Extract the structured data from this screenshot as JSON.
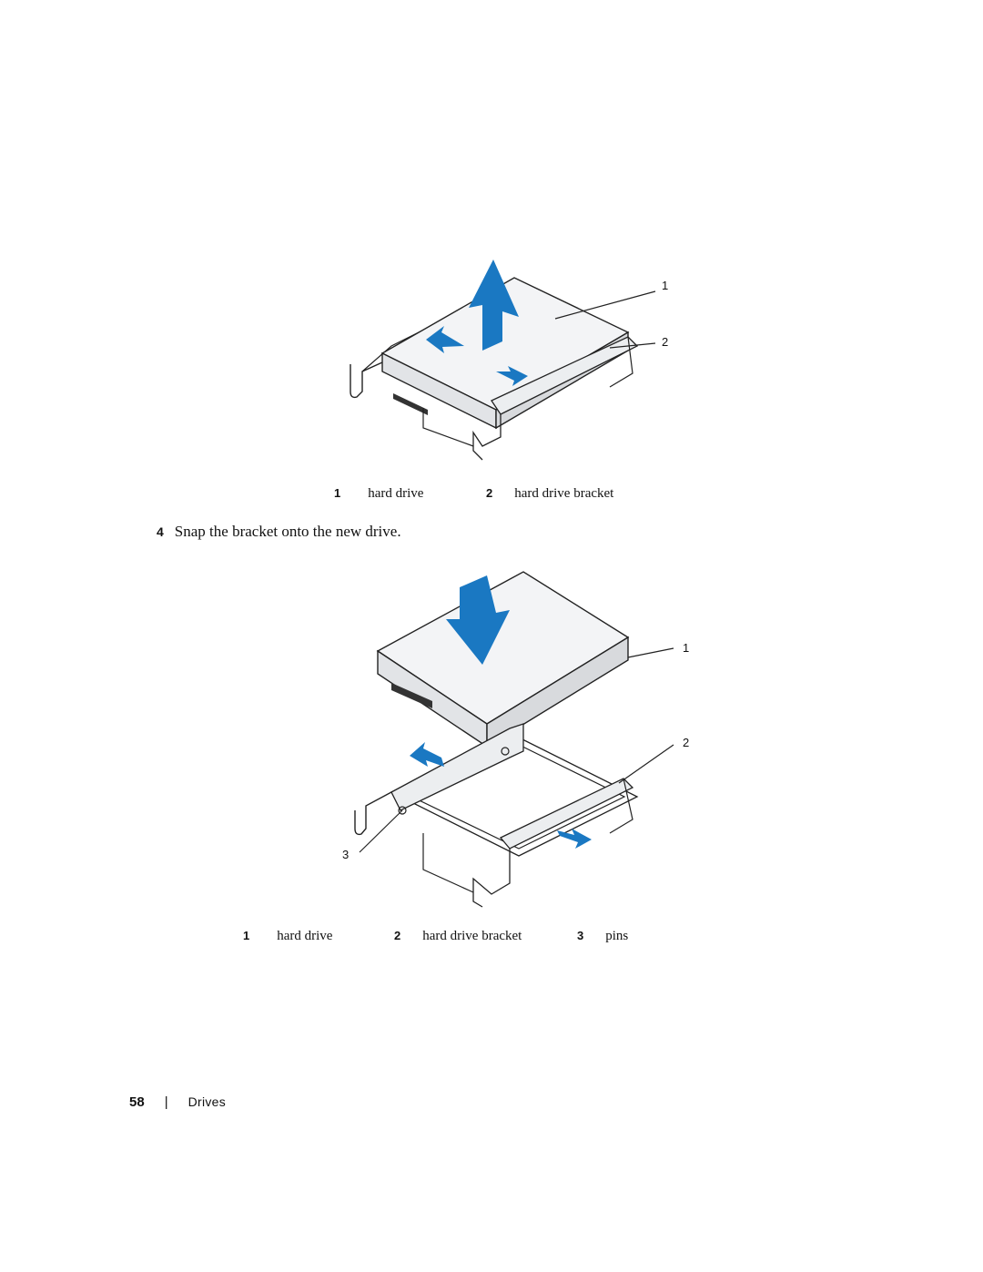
{
  "figure1": {
    "callouts": [
      "1",
      "2"
    ],
    "legend": [
      {
        "num": "1",
        "label": "hard drive"
      },
      {
        "num": "2",
        "label": "hard drive bracket"
      }
    ]
  },
  "step": {
    "num": "4",
    "text": "Snap the bracket onto the new drive."
  },
  "figure2": {
    "callouts": [
      "1",
      "2",
      "3"
    ],
    "legend": [
      {
        "num": "1",
        "label": "hard drive"
      },
      {
        "num": "2",
        "label": "hard drive bracket"
      },
      {
        "num": "3",
        "label": "pins"
      }
    ]
  },
  "footer": {
    "page_number": "58",
    "separator": "|",
    "section": "Drives"
  },
  "colors": {
    "arrow": "#1a78c2",
    "line": "#222222",
    "drive_fill": "#f3f4f6"
  }
}
